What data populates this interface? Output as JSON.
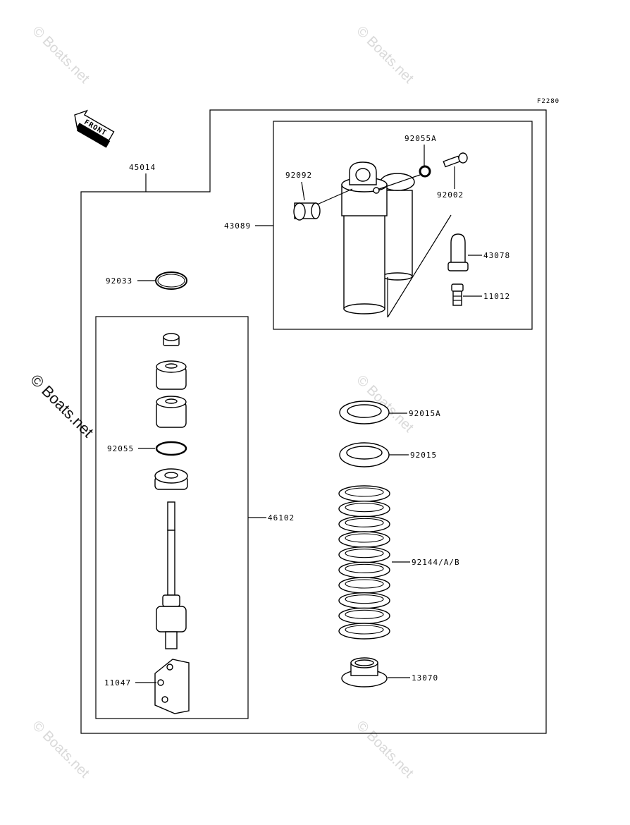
{
  "figure_code": "F2280",
  "front_label": "FRONT",
  "watermark": "© Boats.net",
  "parts": {
    "p45014": "45014",
    "p43089": "43089",
    "p92092": "92092",
    "p92055a": "92055A",
    "p92002": "92002",
    "p43078": "43078",
    "p11012": "11012",
    "p92033": "92033",
    "p92055": "92055",
    "p46102": "46102",
    "p11047": "11047",
    "p92015a": "92015A",
    "p92015": "92015",
    "p92144": "92144/A/B",
    "p13070": "13070"
  }
}
